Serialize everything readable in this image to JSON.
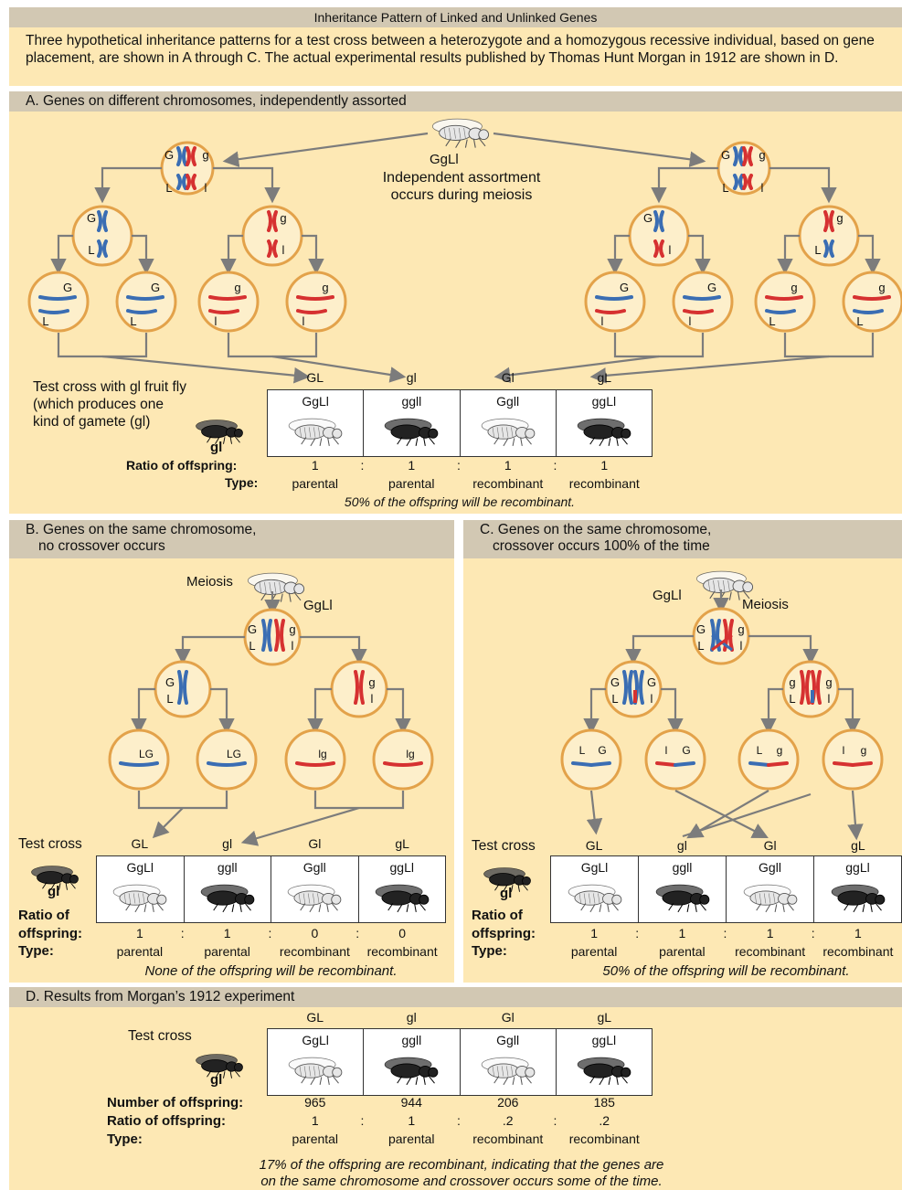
{
  "title": "Inheritance Pattern of Linked and Unlinked Genes",
  "intro": "Three hypothetical inheritance patterns for a test cross between a heterozygote and a homozygous recessive individual, based on gene placement, are shown in A through C. The actual experimental results published by Thomas Hunt Morgan in 1912 are shown in D.",
  "colors": {
    "panel": "#fde8b4",
    "header": "#d2c8b3",
    "cell_fill": "#fdefcb",
    "cell_ring": "#e3a24a",
    "blue": "#3a6db3",
    "red": "#d63131",
    "arrow": "#7c7c7c"
  },
  "genotypes": [
    "GgLl",
    "ggll",
    "Ggll",
    "ggLl"
  ],
  "gametes": [
    "GL",
    "gl",
    "Gl",
    "gL"
  ],
  "fly_colors": [
    "wild-type",
    "black",
    "wild-type",
    "black"
  ],
  "row_labels": {
    "ratio": "Ratio of offspring:",
    "ratio_split_1": "Ratio of",
    "ratio_split_2": "offspring:",
    "type": "Type:",
    "number": "Number of offspring:"
  },
  "colon": ":",
  "panel_a": {
    "header": "A. Genes on different chromosomes, independently assorted",
    "parent_label": "GgLl",
    "assort_note_1": "Independent assortment",
    "assort_note_2": "occurs during meiosis",
    "test_note_1": "Test cross with gl fruit fly",
    "test_note_2": "(which produces one",
    "test_note_3": "kind of gamete (gl)",
    "tester_label": "gl",
    "ratios": [
      "1",
      "1",
      "1",
      "1"
    ],
    "types": [
      "parental",
      "parental",
      "recombinant",
      "recombinant"
    ],
    "conclusion": "50% of the offspring will be recombinant."
  },
  "panel_b": {
    "header_1": "B. Genes on the same chromosome,",
    "header_2": "no crossover occurs",
    "meiosis": "Meiosis",
    "parent_label": "GgLl",
    "test_cross": "Test cross",
    "tester_label": "gl",
    "ratios": [
      "1",
      "1",
      "0",
      "0"
    ],
    "types": [
      "parental",
      "parental",
      "recombinant",
      "recombinant"
    ],
    "conclusion": "None of the offspring will be recombinant."
  },
  "panel_c": {
    "header_1": "C. Genes on the same chromosome,",
    "header_2": "crossover occurs 100% of the time",
    "meiosis": "Meiosis",
    "parent_label": "GgLl",
    "test_cross": "Test cross",
    "tester_label": "gl",
    "ratios": [
      "1",
      "1",
      "1",
      "1"
    ],
    "types": [
      "parental",
      "parental",
      "recombinant",
      "recombinant"
    ],
    "conclusion": "50% of the offspring will be recombinant."
  },
  "panel_d": {
    "header": "D. Results from Morgan’s 1912 experiment",
    "test_cross": "Test cross",
    "tester_label": "gl",
    "numbers": [
      "965",
      "944",
      "206",
      "185"
    ],
    "ratios": [
      "1",
      "1",
      ".2",
      ".2"
    ],
    "types": [
      "parental",
      "parental",
      "recombinant",
      "recombinant"
    ],
    "conclusion_1": "17% of the offspring are recombinant, indicating that the genes are",
    "conclusion_2": "on the same chromosome and crossover occurs some of the time."
  }
}
